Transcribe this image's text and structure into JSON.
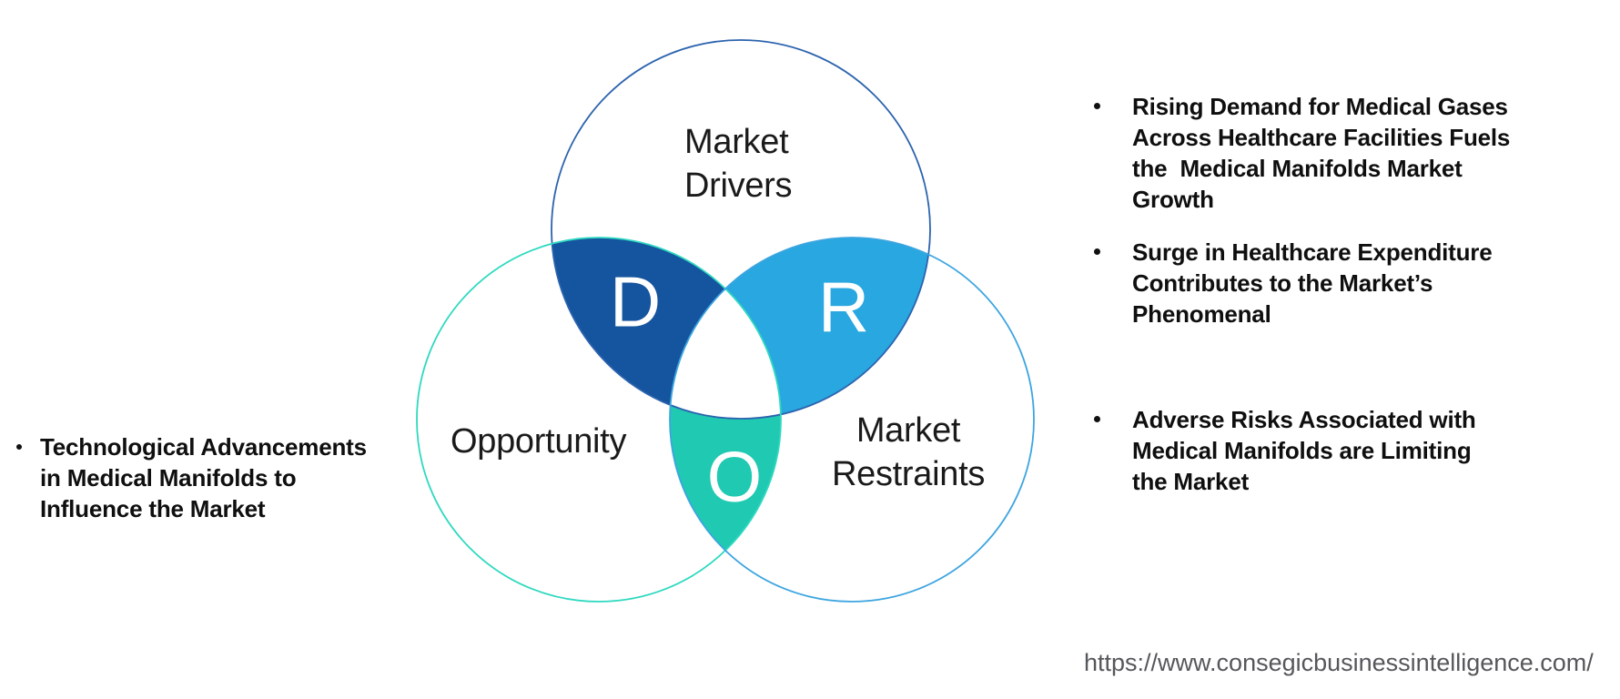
{
  "diagram": {
    "circles": {
      "drivers": {
        "label_lines": [
          "Market",
          "Drivers"
        ],
        "letter": "D",
        "stroke": "#2C63AE",
        "lens_fill": "#15549E"
      },
      "opportunity": {
        "label_lines": [
          "Opportunity"
        ],
        "letter": "O",
        "stroke": "#2FD9C0",
        "lens_fill": "#1FC9B2"
      },
      "restraints": {
        "label_lines": [
          "Market",
          "Restraints"
        ],
        "letter": "R",
        "stroke": "#3DA5E0",
        "lens_fill": "#29A7E0"
      }
    },
    "center_fill": "#FFFFFF"
  },
  "left_panel": {
    "bullets": [
      {
        "lines": [
          "Technological Advancements",
          "in Medical Manifolds to",
          "Influence the Market"
        ]
      }
    ]
  },
  "right_panel": {
    "bullets": [
      {
        "lines": [
          "Rising Demand for Medical Gases",
          "Across Healthcare Facilities Fuels",
          "the  Medical Manifolds Market",
          "Growth"
        ]
      },
      {
        "lines": [
          "Surge in Healthcare Expenditure",
          "Contributes to the Market’s",
          "Phenomenal"
        ]
      },
      {
        "lines": [
          "Adverse Risks Associated with",
          "Medical Manifolds are Limiting",
          "the Market"
        ]
      }
    ]
  },
  "footer": {
    "source_url": "https://www.consegicbusinessintelligence.com/"
  }
}
